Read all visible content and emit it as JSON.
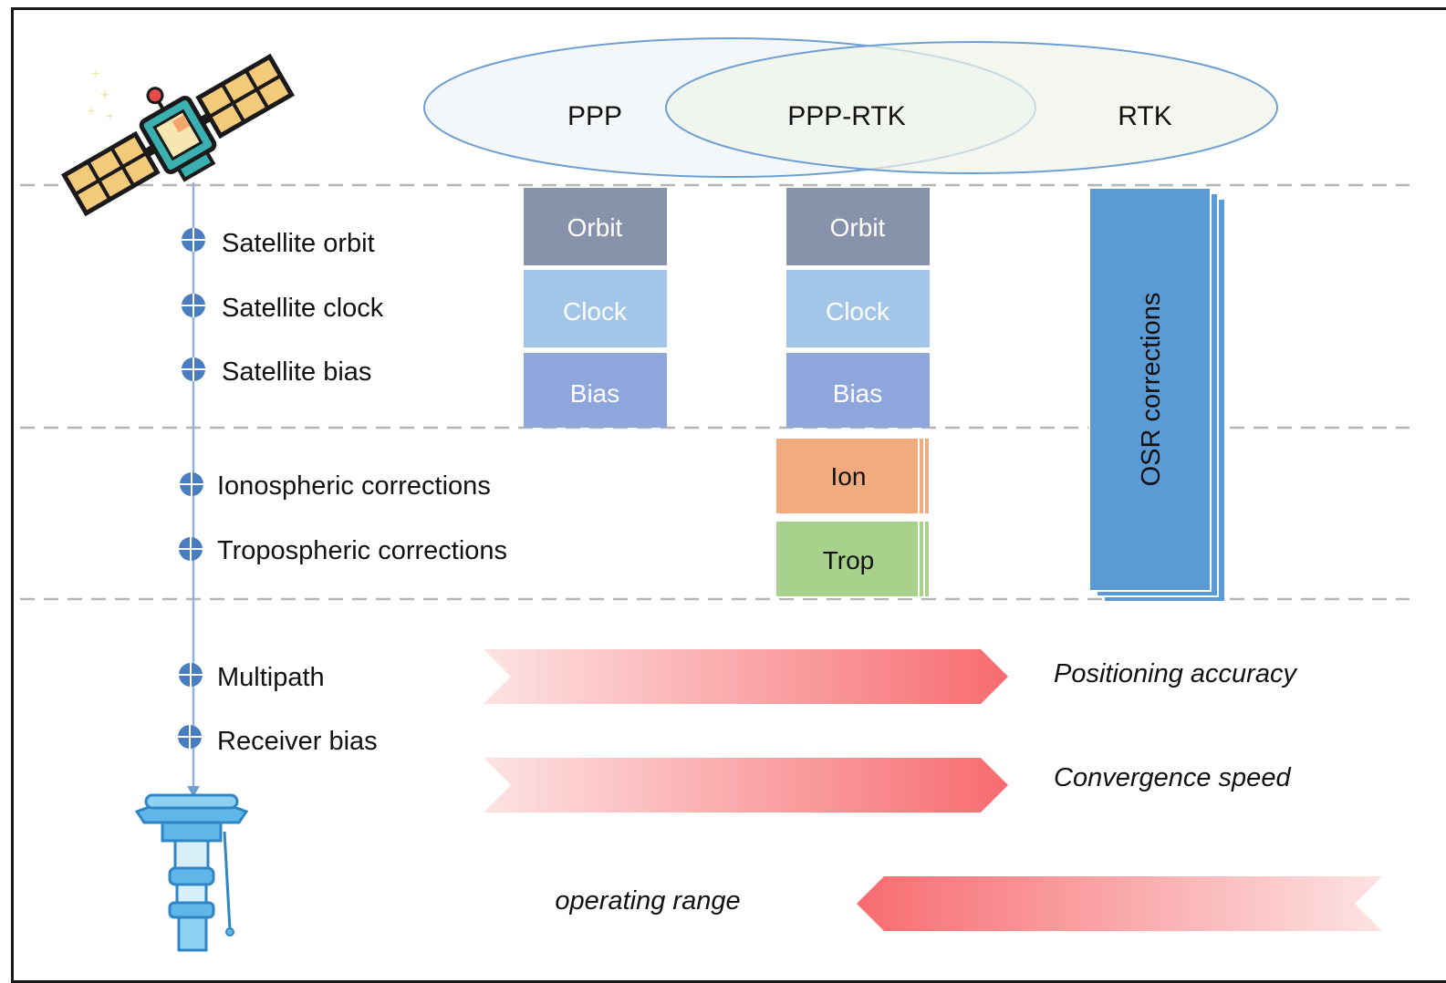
{
  "ellipses": {
    "ppp": "PPP",
    "ppp_rtk": "PPP-RTK",
    "rtk": "RTK"
  },
  "error_sources": [
    "Satellite orbit",
    "Satellite clock",
    "Satellite bias",
    "Ionospheric corrections",
    "Tropospheric corrections",
    "Multipath",
    "Receiver bias"
  ],
  "ppp_blocks": [
    "Orbit",
    "Clock",
    "Bias"
  ],
  "ppp_rtk_blocks": [
    "Orbit",
    "Clock",
    "Bias",
    "Ion",
    "Trop"
  ],
  "rtk_block": "OSR corrections",
  "metrics": {
    "positioning_accuracy": "Positioning accuracy",
    "convergence_speed": "Convergence speed",
    "operating_range": "operating range"
  },
  "colors": {
    "orbit": "#8693ab",
    "clock": "#a3c5e8",
    "bias": "#8fa6dc",
    "ion": "#f2ab7e",
    "trop": "#a8d18c",
    "osr": "#5b9bd5",
    "arrow": "#f76c70",
    "timeline": "#4a7cc0"
  },
  "icons": {
    "satellite": "satellite-icon",
    "receiver": "receiver-antenna-icon"
  }
}
